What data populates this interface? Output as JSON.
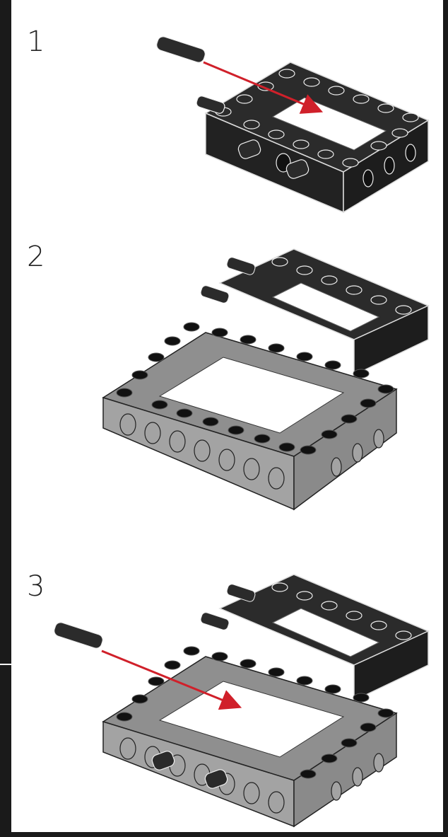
{
  "steps": [
    {
      "number": "1"
    },
    {
      "number": "2"
    },
    {
      "number": "3"
    }
  ],
  "colors": {
    "background": "#ffffff",
    "frame": "#1a1a1a",
    "dark_brick": "#2b2b2b",
    "light_brick": "#9a9a9a",
    "arrow": "#d0202a"
  }
}
